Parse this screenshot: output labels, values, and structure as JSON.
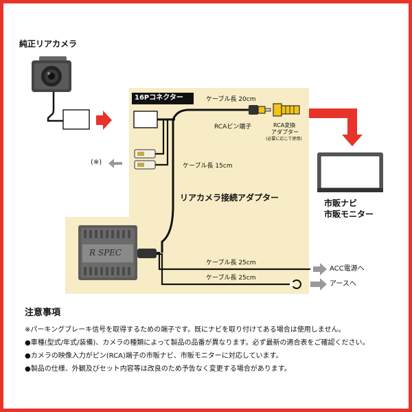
{
  "labels": {
    "oem_camera": "純正リアカメラ",
    "connector": "16Pコネクター",
    "cable_20": "ケーブル長 20cm",
    "rca_pin": "RCAピン端子",
    "rca_adapter_1": "RCA変換",
    "rca_adapter_2": "アダプター",
    "rca_adapter_note": "(必要に応じて使用)",
    "note_mark": "(※)",
    "cable_15": "ケーブル長 15cm",
    "adapter_name": "リアカメラ接続アダプター",
    "monitor_1": "市販ナビ",
    "monitor_2": "市販モニター",
    "box_logo": "R SPEC",
    "cable_25_a": "ケーブル長 25cm",
    "cable_25_b": "ケーブル長 25cm",
    "acc": "ACC電源へ",
    "ground": "アースへ"
  },
  "notes": {
    "title": "注意事項",
    "items": [
      "※パーキングブレーキ信号を取得するための端子です。既にナビを取り付けてある場合は使用しません。",
      "●車種(型式/年式/装備)、カメラの種類によって製品の品番が異なります。必ず最新の適合表をご確認ください。",
      "●カメラの映像入力がピン(RCA)端子の市販ナビ、市販モニターに対応しています。",
      "●製品の仕様、外観及びセット内容等は改良のため予告なく変更する場合があります。"
    ]
  },
  "colors": {
    "frame": "#e8332a",
    "panel": "#f7ecc5",
    "arrow_red": "#e8332a",
    "arrow_grey": "#9a9a9a",
    "rca_yellow": "#f0c419"
  }
}
